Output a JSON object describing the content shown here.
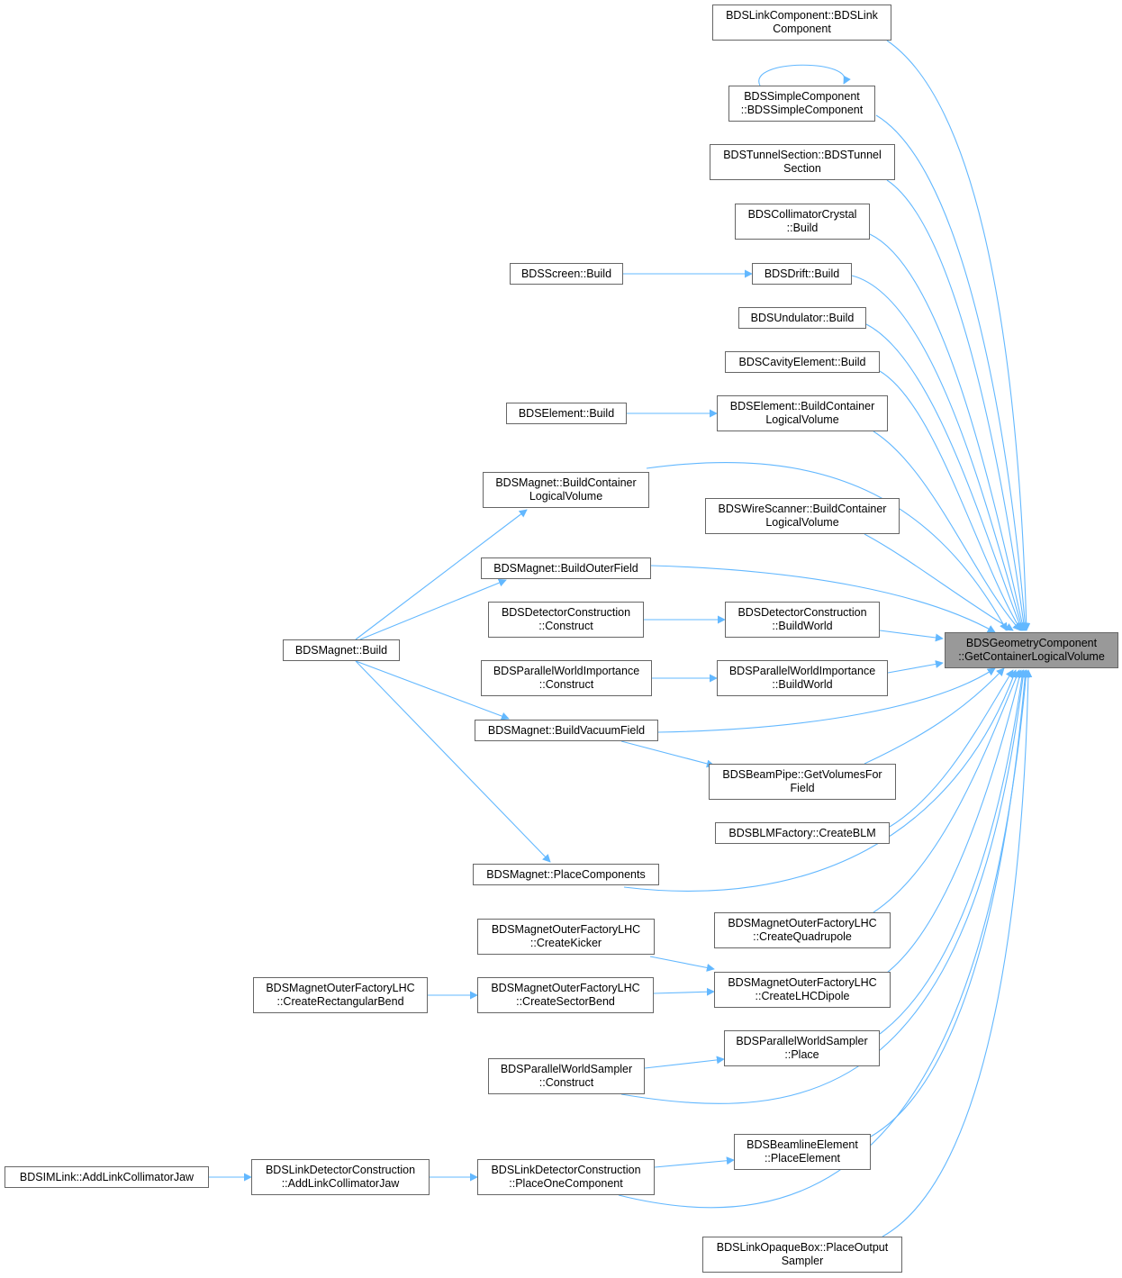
{
  "diagram": {
    "edge_color": "#63b8ff",
    "root_fill": "#999999",
    "root": {
      "id": "root",
      "lines": [
        "BDSGeometryComponent",
        "::GetContainerLogicalVolume"
      ]
    },
    "nodes": [
      {
        "id": "linkComp",
        "lines": [
          "BDSLinkComponent::BDSLink",
          "Component"
        ]
      },
      {
        "id": "simpleComp",
        "lines": [
          "BDSSimpleComponent",
          "::BDSSimpleComponent"
        ]
      },
      {
        "id": "tunnelSec",
        "lines": [
          "BDSTunnelSection::BDSTunnel",
          "Section"
        ]
      },
      {
        "id": "collCrystal",
        "lines": [
          "BDSCollimatorCrystal",
          "::Build"
        ]
      },
      {
        "id": "screenBuild",
        "lines": [
          "BDSScreen::Build"
        ]
      },
      {
        "id": "driftBuild",
        "lines": [
          "BDSDrift::Build"
        ]
      },
      {
        "id": "undulator",
        "lines": [
          "BDSUndulator::Build"
        ]
      },
      {
        "id": "cavity",
        "lines": [
          "BDSCavityElement::Build"
        ]
      },
      {
        "id": "elementBuild",
        "lines": [
          "BDSElement::Build"
        ]
      },
      {
        "id": "elementBCLV",
        "lines": [
          "BDSElement::BuildContainer",
          "LogicalVolume"
        ]
      },
      {
        "id": "magnetBCLV",
        "lines": [
          "BDSMagnet::BuildContainer",
          "LogicalVolume"
        ]
      },
      {
        "id": "wireScanner",
        "lines": [
          "BDSWireScanner::BuildContainer",
          "LogicalVolume"
        ]
      },
      {
        "id": "magnetOuterField",
        "lines": [
          "BDSMagnet::BuildOuterField"
        ]
      },
      {
        "id": "magnetBuild",
        "lines": [
          "BDSMagnet::Build"
        ]
      },
      {
        "id": "detConstruct",
        "lines": [
          "BDSDetectorConstruction",
          "::Construct"
        ]
      },
      {
        "id": "detBuildWorld",
        "lines": [
          "BDSDetectorConstruction",
          "::BuildWorld"
        ]
      },
      {
        "id": "pwiConstruct",
        "lines": [
          "BDSParallelWorldImportance",
          "::Construct"
        ]
      },
      {
        "id": "pwiBuildWorld",
        "lines": [
          "BDSParallelWorldImportance",
          "::BuildWorld"
        ]
      },
      {
        "id": "magnetVacField",
        "lines": [
          "BDSMagnet::BuildVacuumField"
        ]
      },
      {
        "id": "beamPipe",
        "lines": [
          "BDSBeamPipe::GetVolumesFor",
          "Field"
        ]
      },
      {
        "id": "blmFactory",
        "lines": [
          "BDSBLMFactory::CreateBLM"
        ]
      },
      {
        "id": "magnetPlace",
        "lines": [
          "BDSMagnet::PlaceComponents"
        ]
      },
      {
        "id": "lhcQuad",
        "lines": [
          "BDSMagnetOuterFactoryLHC",
          "::CreateQuadrupole"
        ]
      },
      {
        "id": "lhcKicker",
        "lines": [
          "BDSMagnetOuterFactoryLHC",
          "::CreateKicker"
        ]
      },
      {
        "id": "lhcDipole",
        "lines": [
          "BDSMagnetOuterFactoryLHC",
          "::CreateLHCDipole"
        ]
      },
      {
        "id": "lhcRectBend",
        "lines": [
          "BDSMagnetOuterFactoryLHC",
          "::CreateRectangularBend"
        ]
      },
      {
        "id": "lhcSectorBend",
        "lines": [
          "BDSMagnetOuterFactoryLHC",
          "::CreateSectorBend"
        ]
      },
      {
        "id": "pwsPlace",
        "lines": [
          "BDSParallelWorldSampler",
          "::Place"
        ]
      },
      {
        "id": "pwsConstruct",
        "lines": [
          "BDSParallelWorldSampler",
          "::Construct"
        ]
      },
      {
        "id": "beamlinePlace",
        "lines": [
          "BDSBeamlineElement",
          "::PlaceElement"
        ]
      },
      {
        "id": "imLink",
        "lines": [
          "BDSIMLink::AddLinkCollimatorJaw"
        ]
      },
      {
        "id": "ldcAddJaw",
        "lines": [
          "BDSLinkDetectorConstruction",
          "::AddLinkCollimatorJaw"
        ]
      },
      {
        "id": "ldcPlaceOne",
        "lines": [
          "BDSLinkDetectorConstruction",
          "::PlaceOneComponent"
        ]
      },
      {
        "id": "opaqueBox",
        "lines": [
          "BDSLinkOpaqueBox::PlaceOutput",
          "Sampler"
        ]
      }
    ],
    "edges": [
      [
        "linkComp",
        "root"
      ],
      [
        "simpleComp",
        "root"
      ],
      [
        "simpleComp",
        "simpleComp"
      ],
      [
        "tunnelSec",
        "root"
      ],
      [
        "collCrystal",
        "root"
      ],
      [
        "driftBuild",
        "root"
      ],
      [
        "screenBuild",
        "driftBuild"
      ],
      [
        "undulator",
        "root"
      ],
      [
        "cavity",
        "root"
      ],
      [
        "elementBCLV",
        "root"
      ],
      [
        "elementBuild",
        "elementBCLV"
      ],
      [
        "magnetBCLV",
        "root"
      ],
      [
        "magnetBuild",
        "magnetBCLV"
      ],
      [
        "wireScanner",
        "root"
      ],
      [
        "magnetOuterField",
        "root"
      ],
      [
        "magnetBuild",
        "magnetOuterField"
      ],
      [
        "detBuildWorld",
        "root"
      ],
      [
        "detConstruct",
        "detBuildWorld"
      ],
      [
        "pwiBuildWorld",
        "root"
      ],
      [
        "pwiConstruct",
        "pwiBuildWorld"
      ],
      [
        "magnetVacField",
        "root"
      ],
      [
        "magnetBuild",
        "magnetVacField"
      ],
      [
        "beamPipe",
        "root"
      ],
      [
        "magnetVacField",
        "beamPipe"
      ],
      [
        "blmFactory",
        "root"
      ],
      [
        "magnetPlace",
        "root"
      ],
      [
        "magnetBuild",
        "magnetPlace"
      ],
      [
        "lhcQuad",
        "root"
      ],
      [
        "lhcDipole",
        "root"
      ],
      [
        "lhcKicker",
        "lhcDipole"
      ],
      [
        "lhcSectorBend",
        "lhcDipole"
      ],
      [
        "lhcRectBend",
        "lhcSectorBend"
      ],
      [
        "pwsPlace",
        "root"
      ],
      [
        "pwsConstruct",
        "pwsPlace"
      ],
      [
        "pwsConstruct",
        "root"
      ],
      [
        "beamlinePlace",
        "root"
      ],
      [
        "ldcPlaceOne",
        "beamlinePlace"
      ],
      [
        "ldcPlaceOne",
        "root"
      ],
      [
        "ldcAddJaw",
        "ldcPlaceOne"
      ],
      [
        "imLink",
        "ldcAddJaw"
      ],
      [
        "opaqueBox",
        "root"
      ]
    ]
  }
}
